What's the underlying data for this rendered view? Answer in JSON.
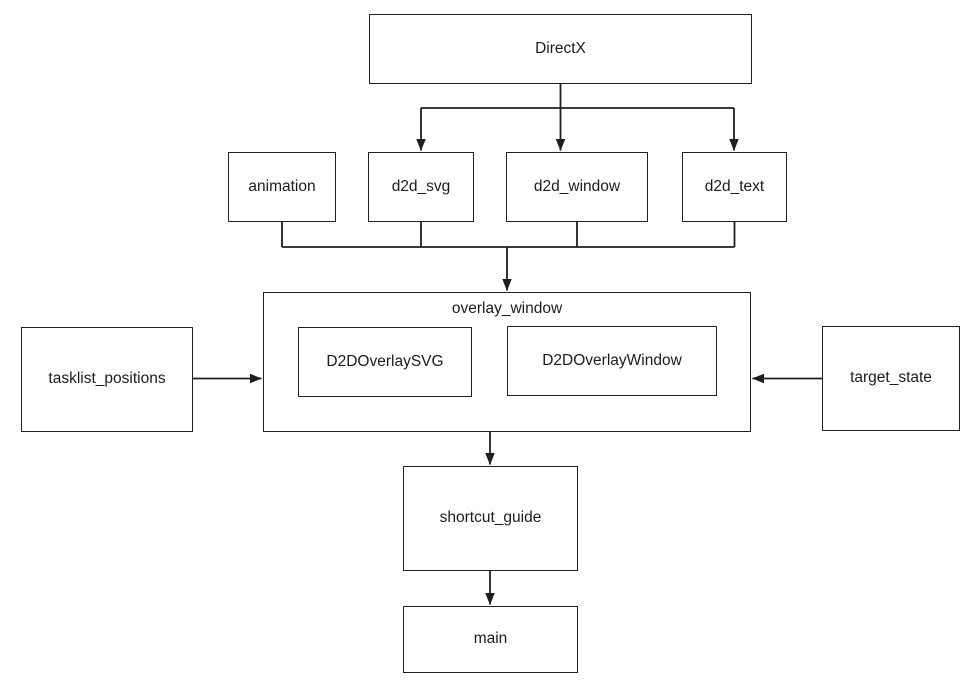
{
  "diagram": {
    "type": "dependency-flowchart",
    "colors": {
      "background": "#ffffff",
      "line": "#1f1f1f",
      "text": "#1c1c1c"
    },
    "nodes": {
      "directx": {
        "label": "DirectX"
      },
      "animation": {
        "label": "animation"
      },
      "d2d_svg": {
        "label": "d2d_svg"
      },
      "d2d_window": {
        "label": "d2d_window"
      },
      "d2d_text": {
        "label": "d2d_text"
      },
      "overlay_window": {
        "label": "overlay_window"
      },
      "d2d_overlay_svg": {
        "label": "D2DOverlaySVG"
      },
      "d2d_overlay_window": {
        "label": "D2DOverlayWindow"
      },
      "tasklist_positions": {
        "label": "tasklist_positions"
      },
      "target_state": {
        "label": "target_state"
      },
      "shortcut_guide": {
        "label": "shortcut_guide"
      },
      "main": {
        "label": "main"
      }
    },
    "edges": [
      {
        "from": "DirectX",
        "to": "d2d_svg"
      },
      {
        "from": "DirectX",
        "to": "d2d_window"
      },
      {
        "from": "DirectX",
        "to": "d2d_text"
      },
      {
        "from": "animation",
        "to": "overlay_window"
      },
      {
        "from": "d2d_svg",
        "to": "overlay_window"
      },
      {
        "from": "d2d_window",
        "to": "overlay_window"
      },
      {
        "from": "d2d_text",
        "to": "overlay_window"
      },
      {
        "from": "tasklist_positions",
        "to": "overlay_window"
      },
      {
        "from": "target_state",
        "to": "overlay_window"
      },
      {
        "from": "overlay_window",
        "to": "shortcut_guide"
      },
      {
        "from": "shortcut_guide",
        "to": "main"
      }
    ],
    "contains": {
      "overlay_window": [
        "D2DOverlaySVG",
        "D2DOverlayWindow"
      ]
    }
  }
}
